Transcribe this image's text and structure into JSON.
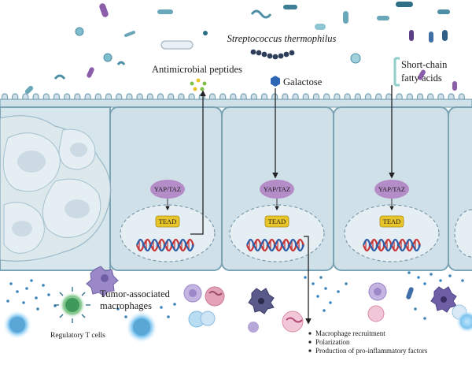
{
  "labels": {
    "bacterium": "Streptococcus thermophilus",
    "galactose": "Galactose",
    "amp": "Antimicrobial peptides",
    "scfa_line1": "Short-chain",
    "scfa_line2": "fatty acids",
    "tam_line1": "Tumor-associated",
    "tam_line2": "macrophages",
    "treg": "Regulatory T cells"
  },
  "cells": [
    {
      "protein": "YAP/TAZ",
      "factor": "TEAD"
    },
    {
      "protein": "YAP/TAZ",
      "factor": "TEAD"
    },
    {
      "protein": "YAP/TAZ",
      "factor": "TEAD"
    }
  ],
  "effects": [
    "Macrophage recruitment",
    "Polarization",
    "Production of pro-inflammatory factors"
  ],
  "colors": {
    "epithelium": "#cfe0e9",
    "membrane": "#7aa3b4",
    "yap": "#b48cc8",
    "tead": "#e8c52a",
    "dna_red": "#c8383a",
    "dna_blue": "#2f5fa6",
    "nucleus": "#e4eef3"
  },
  "icons": [
    "bacteria-icon",
    "dna-icon",
    "macrophage-icon",
    "t-cell-icon",
    "tumor-cell-icon",
    "cytokine-dots-icon"
  ]
}
